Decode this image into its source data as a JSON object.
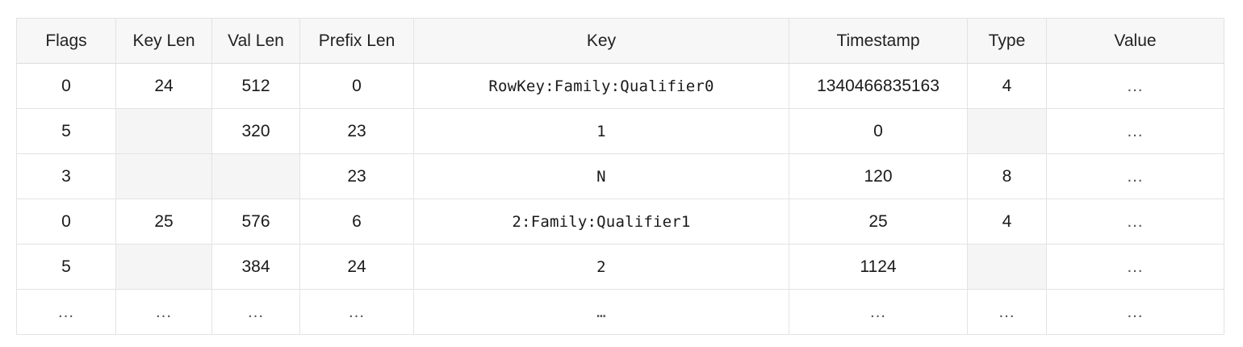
{
  "table": {
    "columns": [
      {
        "key": "flags",
        "label": "Flags",
        "mono": false
      },
      {
        "key": "key_len",
        "label": "Key Len",
        "mono": false
      },
      {
        "key": "val_len",
        "label": "Val Len",
        "mono": false
      },
      {
        "key": "prefix_len",
        "label": "Prefix Len",
        "mono": false
      },
      {
        "key": "key",
        "label": "Key",
        "mono": true
      },
      {
        "key": "timestamp",
        "label": "Timestamp",
        "mono": false
      },
      {
        "key": "type",
        "label": "Type",
        "mono": false
      },
      {
        "key": "value",
        "label": "Value",
        "mono": false
      }
    ],
    "ellipsis_glyph": "…",
    "rows": [
      {
        "cells": [
          {
            "text": "0",
            "empty": false
          },
          {
            "text": "24",
            "empty": false
          },
          {
            "text": "512",
            "empty": false
          },
          {
            "text": "0",
            "empty": false
          },
          {
            "text": "RowKey:Family:Qualifier0",
            "empty": false
          },
          {
            "text": "1340466835163",
            "empty": false
          },
          {
            "text": "4",
            "empty": false
          },
          {
            "text": "…",
            "empty": false
          }
        ]
      },
      {
        "cells": [
          {
            "text": "5",
            "empty": false
          },
          {
            "text": "",
            "empty": true
          },
          {
            "text": "320",
            "empty": false
          },
          {
            "text": "23",
            "empty": false
          },
          {
            "text": "1",
            "empty": false
          },
          {
            "text": "0",
            "empty": false
          },
          {
            "text": "",
            "empty": true
          },
          {
            "text": "…",
            "empty": false
          }
        ]
      },
      {
        "cells": [
          {
            "text": "3",
            "empty": false
          },
          {
            "text": "",
            "empty": true
          },
          {
            "text": "",
            "empty": true
          },
          {
            "text": "23",
            "empty": false
          },
          {
            "text": "N",
            "empty": false
          },
          {
            "text": "120",
            "empty": false
          },
          {
            "text": "8",
            "empty": false
          },
          {
            "text": "…",
            "empty": false
          }
        ]
      },
      {
        "cells": [
          {
            "text": "0",
            "empty": false
          },
          {
            "text": "25",
            "empty": false
          },
          {
            "text": "576",
            "empty": false
          },
          {
            "text": "6",
            "empty": false
          },
          {
            "text": "2:Family:Qualifier1",
            "empty": false
          },
          {
            "text": "25",
            "empty": false
          },
          {
            "text": "4",
            "empty": false
          },
          {
            "text": "…",
            "empty": false
          }
        ]
      },
      {
        "cells": [
          {
            "text": "5",
            "empty": false
          },
          {
            "text": "",
            "empty": true
          },
          {
            "text": "384",
            "empty": false
          },
          {
            "text": "24",
            "empty": false
          },
          {
            "text": "2",
            "empty": false
          },
          {
            "text": "1124",
            "empty": false
          },
          {
            "text": "",
            "empty": true
          },
          {
            "text": "…",
            "empty": false
          }
        ]
      },
      {
        "cells": [
          {
            "text": "…",
            "empty": false
          },
          {
            "text": "…",
            "empty": false
          },
          {
            "text": "…",
            "empty": false
          },
          {
            "text": "…",
            "empty": false
          },
          {
            "text": "…",
            "empty": false
          },
          {
            "text": "…",
            "empty": false
          },
          {
            "text": "…",
            "empty": false
          },
          {
            "text": "…",
            "empty": false
          }
        ]
      }
    ]
  },
  "colors": {
    "header_background": "#f7f7f7",
    "empty_cell_background": "#f5f5f5",
    "cell_background": "#ffffff",
    "border": "#e3e3e3",
    "header_border": "#dddddd",
    "text": "#1a1a1a"
  }
}
